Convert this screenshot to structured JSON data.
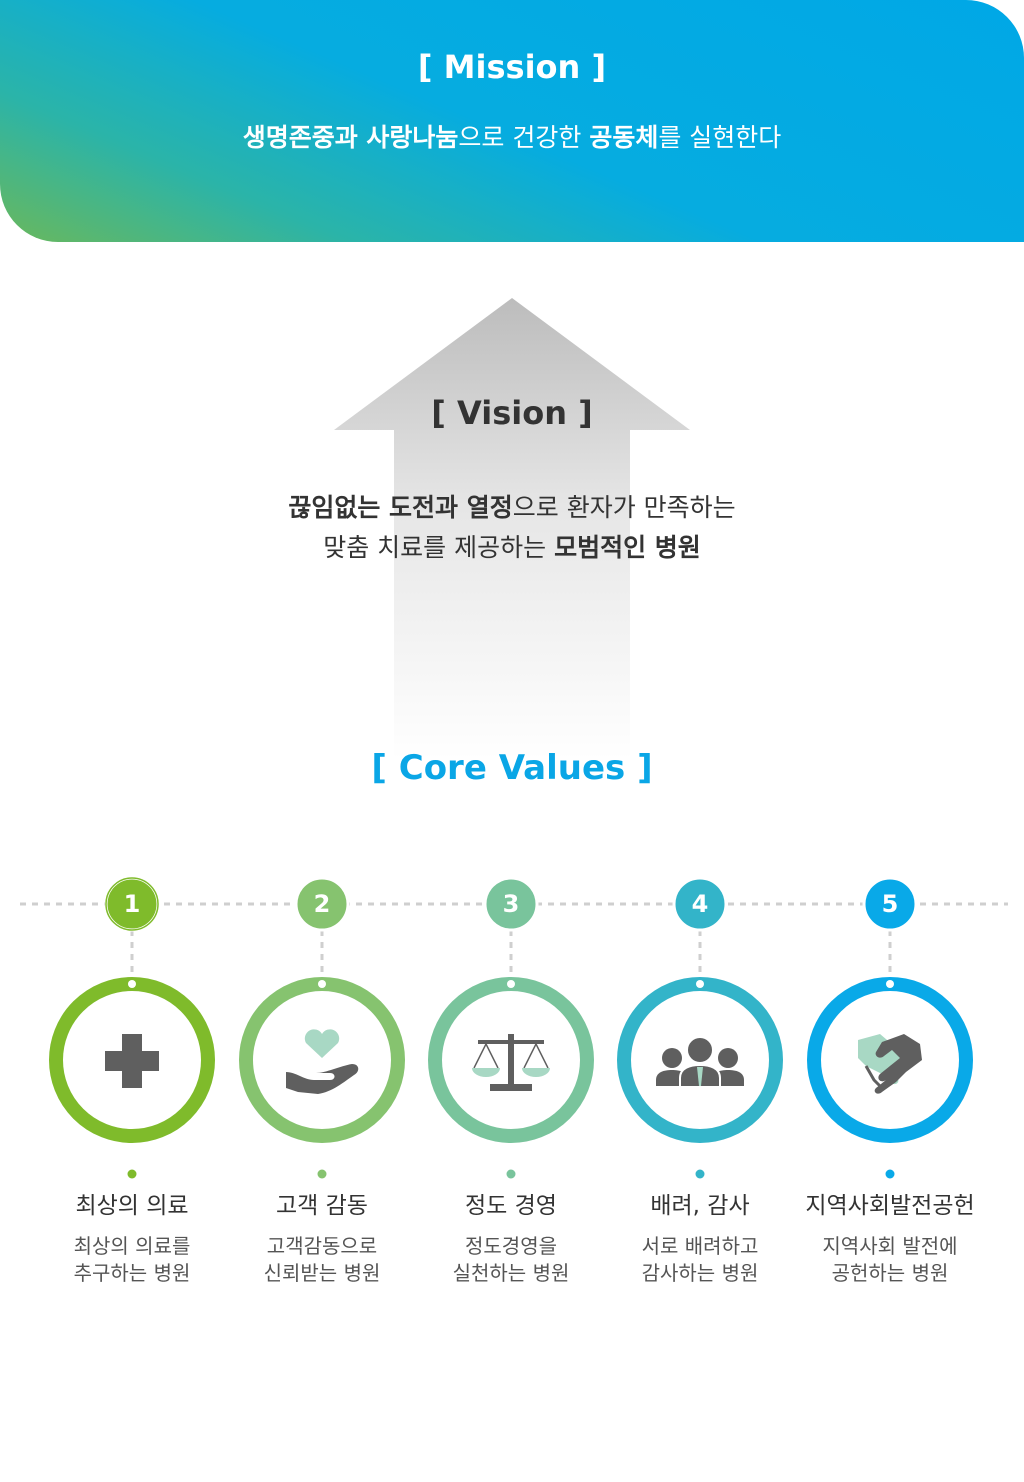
{
  "mission": {
    "title": "[ Mission ]",
    "text_parts": [
      "생명존중과 사랑나눔",
      "으로 건강한 ",
      "공동체",
      "를 실현한다"
    ]
  },
  "vision": {
    "title": "[ Vision ]",
    "line1_parts": [
      "끊임없는 도전과 열정",
      "으로 환자가 만족하는"
    ],
    "line2_parts": [
      "맞춤 치료를 제공하는 ",
      "모범적인 병원"
    ]
  },
  "core_values": {
    "title": "[ Core Values ]",
    "items": [
      {
        "number": "1",
        "icon": "medical-cross-icon",
        "color": "#7fbb2b",
        "title": "최상의 의료",
        "desc1": "최상의 의료를",
        "desc2": "추구하는 병원"
      },
      {
        "number": "2",
        "icon": "heart-hand-icon",
        "color": "#86c36f",
        "title": "고객 감동",
        "desc1": "고객감동으로",
        "desc2": "신뢰받는 병원"
      },
      {
        "number": "3",
        "icon": "balance-scale-icon",
        "color": "#79c49c",
        "title": "정도 경영",
        "desc1": "정도경영을",
        "desc2": "실천하는 병원"
      },
      {
        "number": "4",
        "icon": "people-group-icon",
        "color": "#33b4c9",
        "title": "배려, 감사",
        "desc1": "서로 배려하고",
        "desc2": "감사하는 병원"
      },
      {
        "number": "5",
        "icon": "handshake-icon",
        "color": "#09a9e8",
        "title": "지역사회발전공헌",
        "desc1": "지역사회 발전에",
        "desc2": "공헌하는 병원"
      }
    ]
  }
}
